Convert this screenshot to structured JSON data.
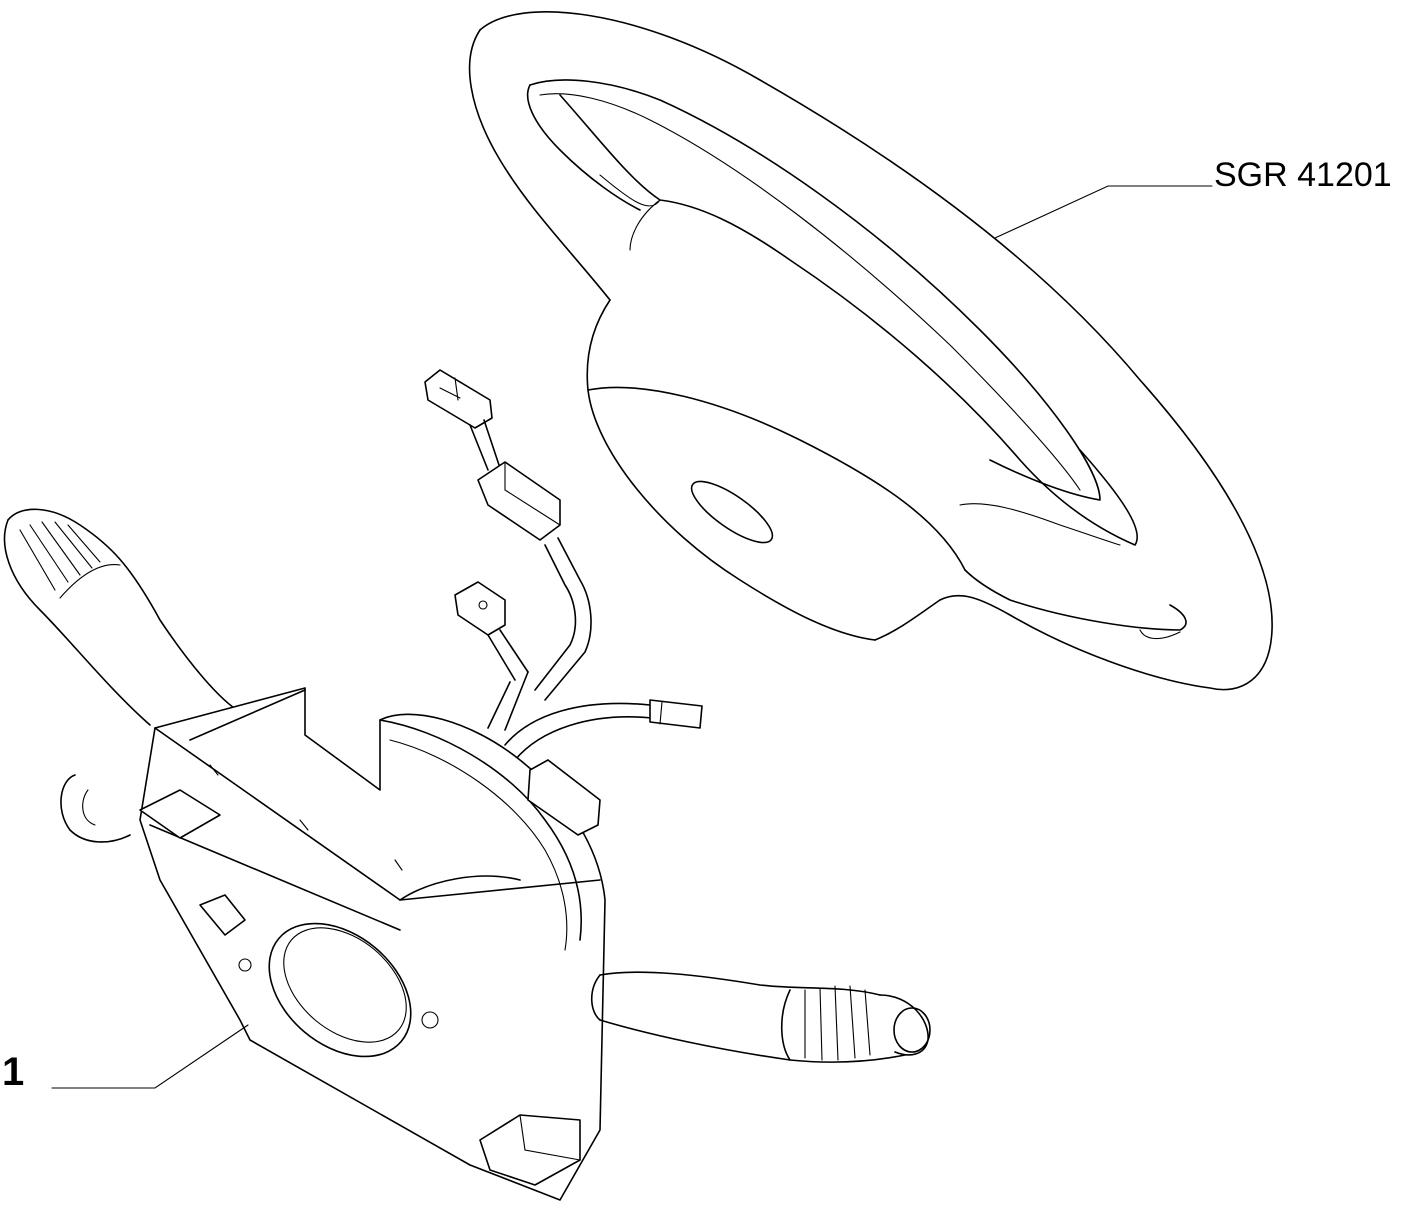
{
  "callouts": [
    {
      "id": "steering-wheel",
      "text": "SGR 41201"
    },
    {
      "id": "switch-unit",
      "text": "1"
    }
  ],
  "colors": {
    "line": "#000000",
    "background": "#ffffff"
  }
}
